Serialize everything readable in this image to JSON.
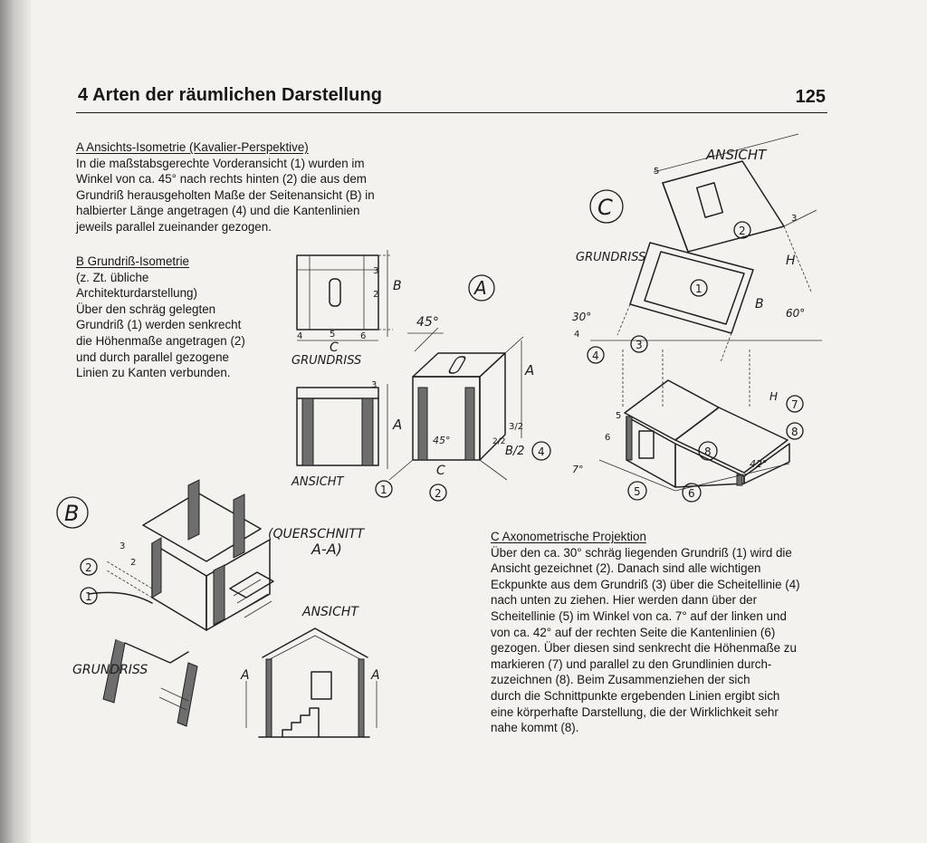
{
  "header": {
    "title": "4 Arten der räumlichen Darstellung",
    "page_number": "125"
  },
  "section_a": {
    "heading": "A  Ansichts-Isometrie (Kavalier-Perspektive)",
    "lines": [
      "In die maßstabsgerechte Vorderansicht (1) wurden im",
      "Winkel von ca. 45° nach rechts hinten (2) die aus dem",
      "Grundriß herausgeholten Maße der Seitenansicht (B) in",
      "halbierter Länge angetragen (4) und die Kantenlinien",
      "jeweils parallel zueinander gezogen."
    ]
  },
  "section_b": {
    "heading": "B  Grundriß-Isometrie",
    "lines": [
      "(z. Zt. übliche",
      "Architekturdarstellung)",
      "Über den schräg gelegten",
      "Grundriß (1) werden senkrecht",
      "die Höhenmaße angetragen (2)",
      "und durch parallel gezogene",
      "Linien zu Kanten verbunden."
    ]
  },
  "section_c": {
    "heading": "C  Axonometrische Projektion",
    "lines": [
      "Über den ca. 30° schräg liegenden Grundriß (1) wird die",
      "Ansicht gezeichnet (2). Danach sind alle wichtigen",
      "Eckpunkte aus dem Grundriß (3) über die Scheitellinie (4)",
      "nach unten zu ziehen. Hier werden dann über der",
      "Scheitellinie (5) im Winkel von ca. 7° auf der linken und",
      "von ca. 42° auf der rechten Seite die Kantenlinien (6)",
      "gezogen. Über diesen sind senkrecht die Höhenmaße zu",
      "markieren (7) und parallel zu den Grundlinien durch-",
      "zuzeichnen (8). Beim Zusammenziehen der sich",
      "durch die Schnittpunkte ergebenden Linien ergibt sich",
      "eine körperhafte Darstellung, die der Wirklichkeit sehr",
      "nahe kommt (8)."
    ]
  },
  "figure_a": {
    "letter": "A",
    "grundriss_label": "GRUNDRISS",
    "ansicht_label": "ANSICHT",
    "angle_label": "45°",
    "angle_label_small": "45°",
    "dims": {
      "a": "A",
      "b": "B",
      "c": "C",
      "b_half": "B/2",
      "five": "5",
      "four": "4",
      "six": "6",
      "three": "3",
      "two": "2",
      "three_half": "3/2",
      "two_half": "2/2"
    },
    "markers": {
      "one": "1",
      "two": "2",
      "four": "4"
    }
  },
  "figure_b": {
    "letter": "B",
    "grundriss_label": "GRUNDRISS",
    "querschnitt_label": "(QUERSCHNITT",
    "querschnitt_sub": "A-A)",
    "ansicht_label": "ANSICHT",
    "section_mark": "A",
    "markers": {
      "one": "1",
      "two": "2"
    },
    "dims": {
      "three": "3",
      "two": "2"
    }
  },
  "figure_c": {
    "letter": "C",
    "ansicht_label": "ANSICHT",
    "grundriss_label": "GRUNDRISS",
    "angle_30": "30°",
    "angle_60": "60°",
    "angle_7": "7°",
    "angle_42": "42°",
    "dims": {
      "b": "B",
      "h": "H",
      "five": "5",
      "four": "4",
      "three": "3",
      "six": "6"
    },
    "markers": {
      "one": "1",
      "two": "2",
      "three": "3",
      "four": "4",
      "five": "5",
      "six": "6",
      "seven": "7",
      "eight": "8"
    }
  }
}
